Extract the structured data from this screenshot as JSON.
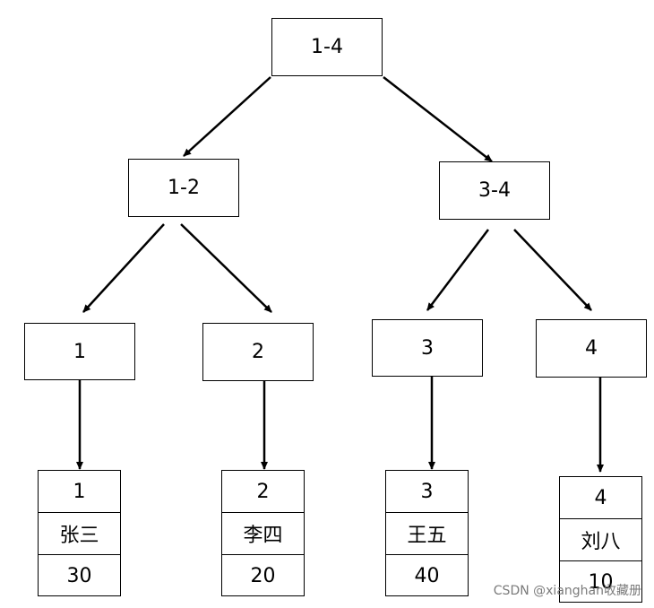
{
  "tree": {
    "root": {
      "label": "1-4"
    },
    "internal": [
      {
        "label": "1-2"
      },
      {
        "label": "3-4"
      }
    ],
    "segments": [
      {
        "label": "1"
      },
      {
        "label": "2"
      },
      {
        "label": "3"
      },
      {
        "label": "4"
      }
    ],
    "leaves": [
      {
        "id": "1",
        "name": "张三",
        "value": "30"
      },
      {
        "id": "2",
        "name": "李四",
        "value": "20"
      },
      {
        "id": "3",
        "name": "王五",
        "value": "40"
      },
      {
        "id": "4",
        "name": "刘八",
        "value": "10"
      }
    ]
  },
  "watermark": "CSDN @xianghan收藏册"
}
